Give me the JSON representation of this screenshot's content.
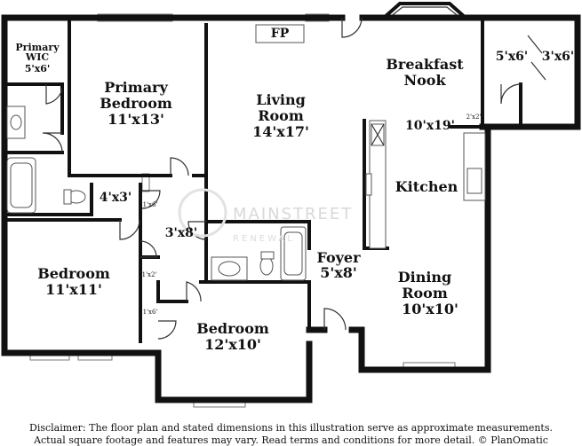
{
  "rooms": {
    "primary_wic": {
      "name": "Primary\nWIC",
      "size": "5'x6'"
    },
    "primary_bedroom": {
      "name": "Primary\nBedroom",
      "size": "11'x13'"
    },
    "living_room": {
      "name": "Living\nRoom",
      "size": "14'x17'"
    },
    "fireplace": {
      "label": "FP"
    },
    "breakfast_nook": {
      "name": "Breakfast\nNook",
      "size": "10'x19'"
    },
    "closet_5x6": {
      "size": "5'x6'"
    },
    "closet_3x6": {
      "size": "3'x6'"
    },
    "closet_2x2": {
      "size": "2'x2'"
    },
    "kitchen": {
      "name": "Kitchen"
    },
    "closet_4x3": {
      "size": "4'x3'"
    },
    "closet_1x6_a": {
      "size": "1'x6'"
    },
    "hall": {
      "size": "3'x8'"
    },
    "foyer": {
      "name": "Foyer",
      "size": "5'x8'"
    },
    "bedroom_left": {
      "name": "Bedroom",
      "size": "11'x11'"
    },
    "closet_1x2": {
      "size": "1'x2'"
    },
    "closet_1x6_b": {
      "size": "1'x6'"
    },
    "dining_room": {
      "name": "Dining\nRoom",
      "size": "10'x10'"
    },
    "bedroom_bottom": {
      "name": "Bedroom",
      "size": "12'x10'"
    }
  },
  "watermark": {
    "brand": "MAINSTREET",
    "sub": "RENEWAL"
  },
  "disclaimer": {
    "line1": "Disclaimer: The floor plan and stated dimensions in this illustration serve as approximate measurements.",
    "line2": "Actual square footage and features may vary. Read terms and conditions for more detail. © PlanOmatic"
  }
}
